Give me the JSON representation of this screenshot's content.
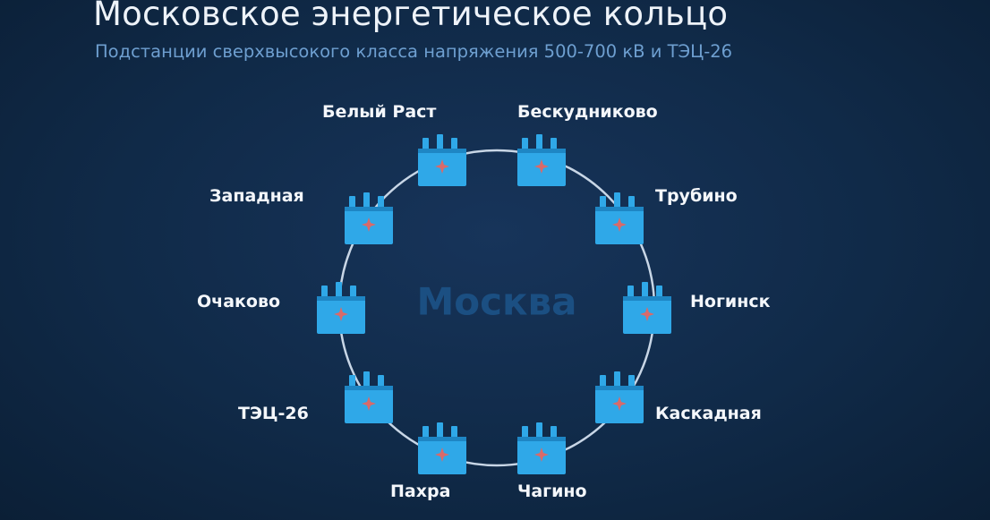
{
  "header": {
    "title": "Московское энергетическое кольцо",
    "subtitle": "Подстанции сверхвысокого класса напряжения 500-700 кВ и ТЭЦ-26"
  },
  "diagram": {
    "center_label": "Москва",
    "ring_color": "#c8d6e6",
    "station_color": "#2fa8e8",
    "station_dark": "#1e86c4",
    "marker_color": "#d96a6a",
    "stations": [
      {
        "name": "Белый Раст",
        "icon": "substation-icon"
      },
      {
        "name": "Бескудниково",
        "icon": "substation-icon"
      },
      {
        "name": "Трубино",
        "icon": "substation-icon"
      },
      {
        "name": "Ногинск",
        "icon": "substation-icon"
      },
      {
        "name": "Каскадная",
        "icon": "substation-icon"
      },
      {
        "name": "Чагино",
        "icon": "substation-icon"
      },
      {
        "name": "Пахра",
        "icon": "substation-icon"
      },
      {
        "name": "ТЭЦ-26",
        "icon": "power-plant-icon"
      },
      {
        "name": "Очаково",
        "icon": "substation-icon"
      },
      {
        "name": "Западная",
        "icon": "substation-icon"
      }
    ]
  }
}
